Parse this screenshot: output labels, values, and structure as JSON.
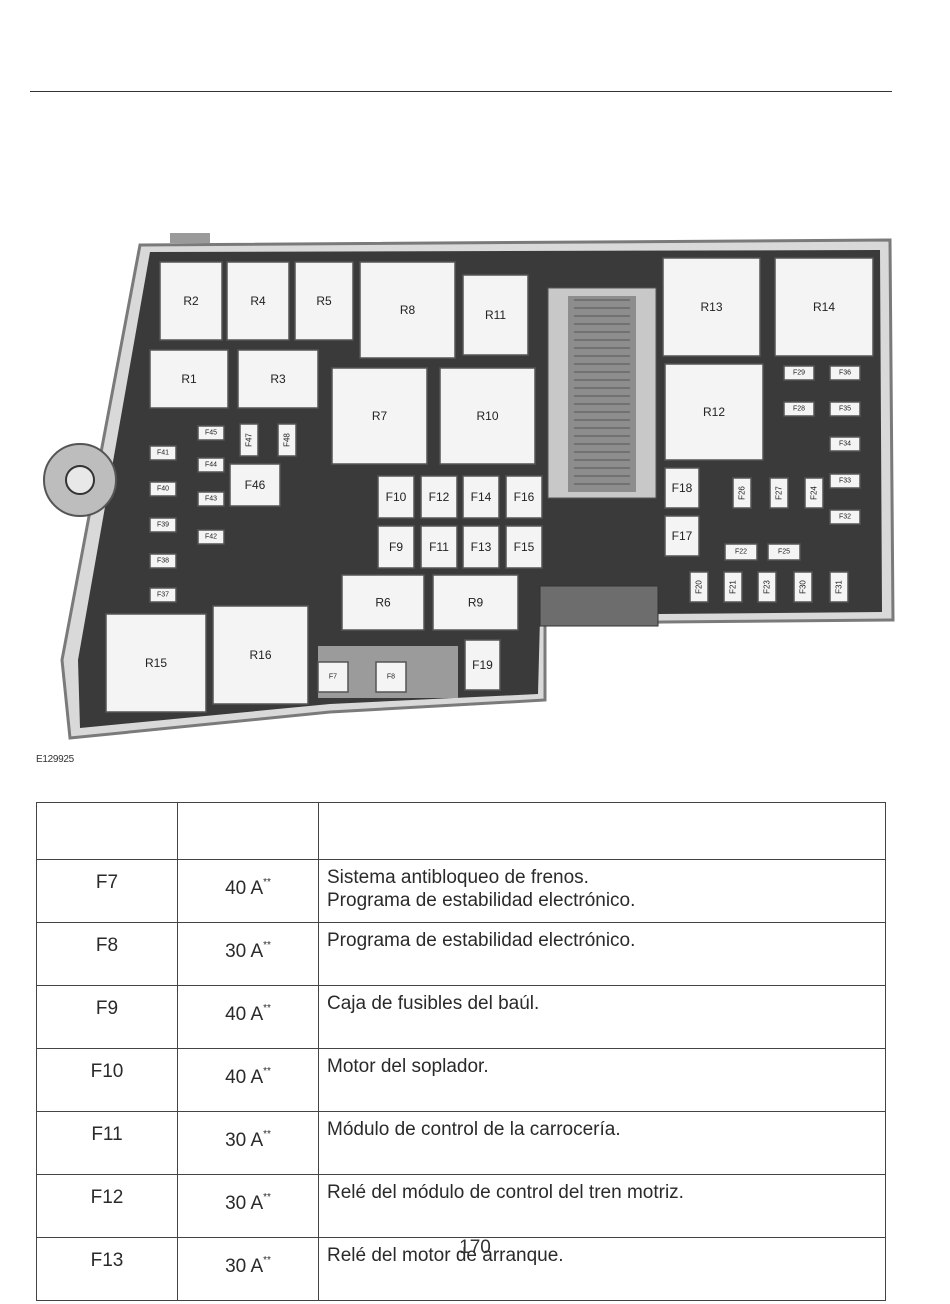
{
  "figure": {
    "code": "E129925",
    "relays": [
      "R2",
      "R4",
      "R5",
      "R8",
      "R11",
      "R13",
      "R14",
      "R1",
      "R3",
      "R7",
      "R10",
      "R12",
      "R6",
      "R9",
      "R15",
      "R16"
    ],
    "fuses": [
      "F10",
      "F12",
      "F14",
      "F16",
      "F9",
      "F11",
      "F13",
      "F15",
      "F18",
      "F17",
      "F7",
      "F8",
      "F19",
      "F45",
      "F44",
      "F43",
      "F42",
      "F41",
      "F40",
      "F39",
      "F38",
      "F37",
      "F46",
      "F47",
      "F48",
      "F29",
      "F28",
      "F36",
      "F35",
      "F34",
      "F33",
      "F32",
      "F22",
      "F25",
      "F26",
      "F27",
      "F24",
      "F20",
      "F21",
      "F23",
      "F30",
      "F31"
    ]
  },
  "table": {
    "headers": [
      "",
      "",
      ""
    ],
    "rows": [
      {
        "fuse": "F7",
        "amp": "40 A",
        "mark": "**",
        "desc": [
          "Sistema antibloqueo de frenos.",
          "Programa de estabilidad electrónico."
        ]
      },
      {
        "fuse": "F8",
        "amp": "30 A",
        "mark": "**",
        "desc": [
          "Programa de estabilidad electrónico."
        ]
      },
      {
        "fuse": "F9",
        "amp": "40 A",
        "mark": "**",
        "desc": [
          "Caja de fusibles del baúl."
        ]
      },
      {
        "fuse": "F10",
        "amp": "40 A",
        "mark": "**",
        "desc": [
          "Motor del soplador."
        ]
      },
      {
        "fuse": "F11",
        "amp": "30 A",
        "mark": "**",
        "desc": [
          "Módulo de control de la carrocería."
        ]
      },
      {
        "fuse": "F12",
        "amp": "30 A",
        "mark": "**",
        "desc": [
          "Relé del módulo de control del tren motriz."
        ]
      },
      {
        "fuse": "F13",
        "amp": "30 A",
        "mark": "**",
        "desc": [
          "Relé del motor de arranque."
        ]
      }
    ]
  },
  "page_number": "170"
}
